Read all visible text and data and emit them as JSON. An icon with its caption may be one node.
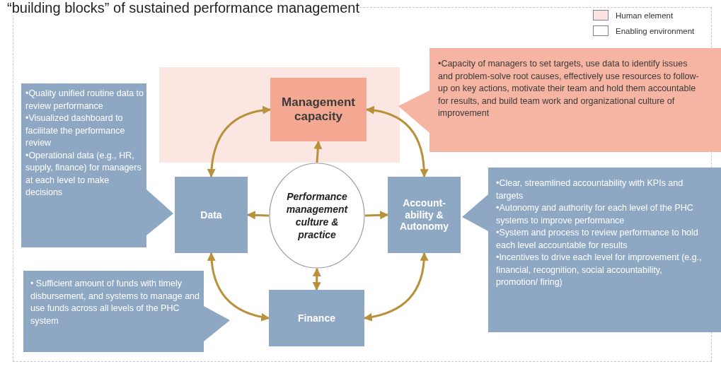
{
  "diagram": {
    "title": "“building blocks” of sustained performance management",
    "nodes": [
      {
        "text": [
          "Management capacity"
        ]
      },
      {
        "text": [
          "•Capacity of managers to set targets, use data to identify issues and problem-solve root causes, effectively use resources to follow-up on key actions, motivate their team and hold them accountable for results, and build team work and organizational culture of improvement"
        ]
      },
      {
        "text": [
          "Data"
        ]
      },
      {
        "text": [
          "•Quality unified routine data to review performance",
          "•Visualized dashboard to facilitate the performance review",
          "•Operational data (e.g., HR, supply, finance) for managers at each level to make decisions"
        ]
      },
      {
        "text": [
          "Performance management culture & practice"
        ]
      },
      {
        "text": [
          "Account-ability & Autonomy"
        ]
      },
      {
        "text": [
          "•Clear, streamlined accountability with KPIs and targets",
          "•Autonomy and authority for each level of the PHC systems to improve performance",
          "•System and process to review performance to hold each level accountable for results",
          "•Incentives to drive each level for improvement (e.g., financial, recognition, social accountability, promotion/ firing)"
        ]
      },
      {
        "text": [
          "Finance"
        ]
      },
      {
        "text": [
          "• Sufficient amount of funds with timely disbursement, and systems to manage and use funds across all levels of the PHC system"
        ]
      }
    ],
    "edges": [
      {
        "from": 0,
        "to": 2,
        "arrow": "both"
      },
      {
        "from": 0,
        "to": 5,
        "arrow": "both"
      },
      {
        "from": 2,
        "to": 7,
        "arrow": "both"
      },
      {
        "from": 5,
        "to": 7,
        "arrow": "both"
      },
      {
        "from": 4,
        "to": 0,
        "arrow": "to"
      },
      {
        "from": 4,
        "to": 2,
        "arrow": "to"
      },
      {
        "from": 4,
        "to": 5,
        "arrow": "to"
      },
      {
        "from": 4,
        "to": 7,
        "arrow": "both"
      }
    ],
    "legend": [
      {
        "text": "Human element",
        "color": "#fbe3df"
      },
      {
        "text": "Enabling environment",
        "color": "#ffffff"
      }
    ]
  }
}
